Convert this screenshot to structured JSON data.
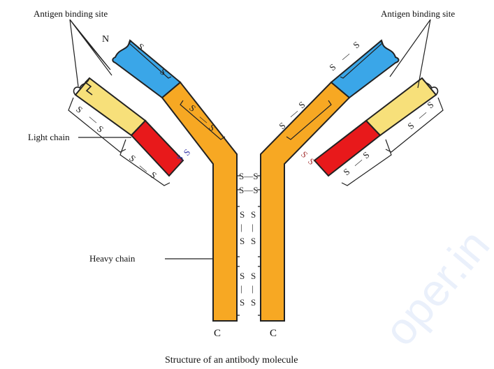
{
  "caption": "Structure of an antibody molecule",
  "labels": {
    "antigen_left": "Antigen binding site",
    "antigen_right": "Antigen binding site",
    "light_chain": "Light chain",
    "heavy_chain": "Heavy chain",
    "n_terminus": "N",
    "c_left": "C",
    "c_right": "C"
  },
  "bond": {
    "sulfur": "S",
    "dash": "—",
    "pair": "S—S",
    "vertical_bar": "|"
  },
  "watermark": "oper.in",
  "colors": {
    "heavy": "#F7A823",
    "light_const": "#E8191B",
    "heavy_var": "#3AA6E8",
    "light_var": "#F7E07A",
    "outline": "#222222"
  }
}
